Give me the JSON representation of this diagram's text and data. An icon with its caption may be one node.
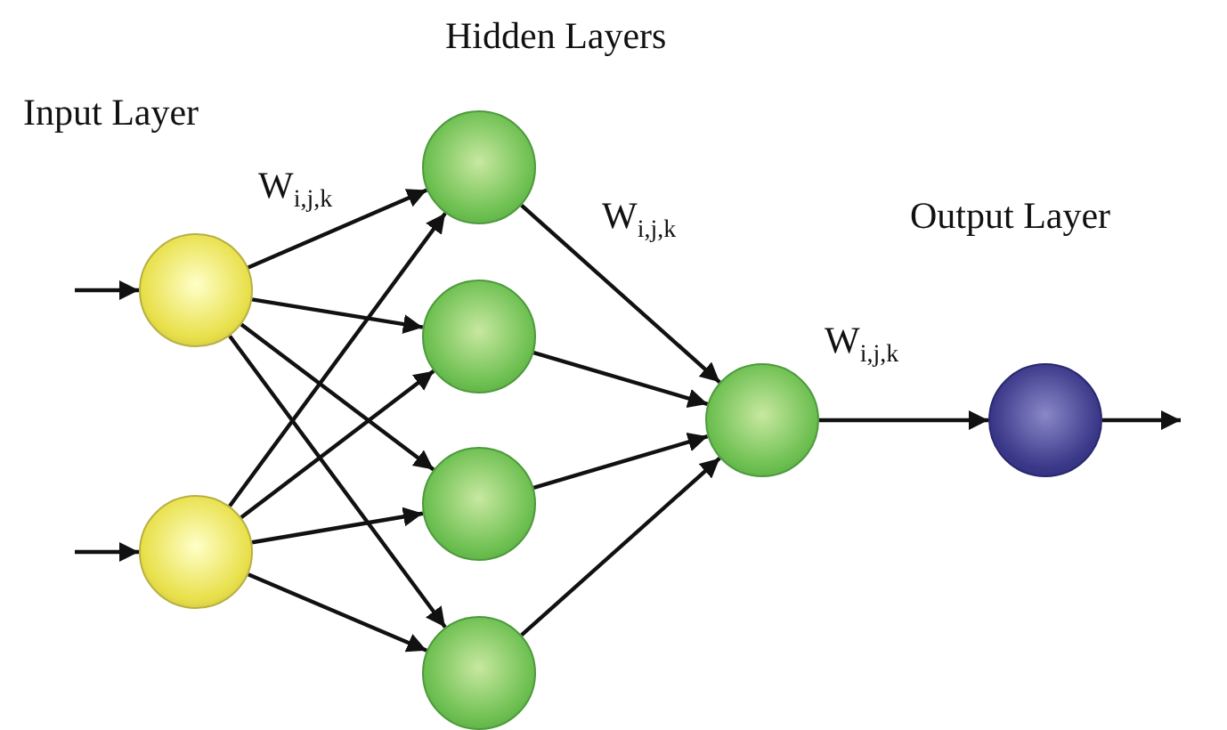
{
  "diagram": {
    "nodes": [
      {
        "text": [],
        "shape": "circle"
      },
      {
        "text": [],
        "shape": "circle"
      },
      {
        "text": [],
        "shape": "circle"
      },
      {
        "text": [],
        "shape": "circle"
      },
      {
        "text": [],
        "shape": "circle"
      },
      {
        "text": [],
        "shape": "circle"
      },
      {
        "text": [],
        "shape": "circle"
      },
      {
        "text": [],
        "shape": "circle"
      }
    ],
    "edges": [
      {
        "from": null,
        "to": 0,
        "arrow": "to"
      },
      {
        "from": null,
        "to": 1,
        "arrow": "to"
      },
      {
        "from": 0,
        "to": 2,
        "arrow": "to"
      },
      {
        "from": 0,
        "to": 3,
        "arrow": "to"
      },
      {
        "from": 0,
        "to": 4,
        "arrow": "to"
      },
      {
        "from": 0,
        "to": 5,
        "arrow": "to"
      },
      {
        "from": 1,
        "to": 2,
        "arrow": "to"
      },
      {
        "from": 1,
        "to": 3,
        "arrow": "to"
      },
      {
        "from": 1,
        "to": 4,
        "arrow": "to"
      },
      {
        "from": 1,
        "to": 5,
        "arrow": "to"
      },
      {
        "from": 2,
        "to": 6,
        "arrow": "to"
      },
      {
        "from": 3,
        "to": 6,
        "arrow": "to"
      },
      {
        "from": 4,
        "to": 6,
        "arrow": "to"
      },
      {
        "from": 5,
        "to": 6,
        "arrow": "to"
      },
      {
        "from": 6,
        "to": 7,
        "arrow": "to"
      },
      {
        "from": 7,
        "to": null,
        "arrow": "to"
      }
    ],
    "labels": [
      "Hidden Layers",
      "Input Layer",
      "W$_{i,j,k}$",
      "W$_{i,j,k}$",
      "Output Layer",
      "W$_{i,j,k}$"
    ]
  }
}
